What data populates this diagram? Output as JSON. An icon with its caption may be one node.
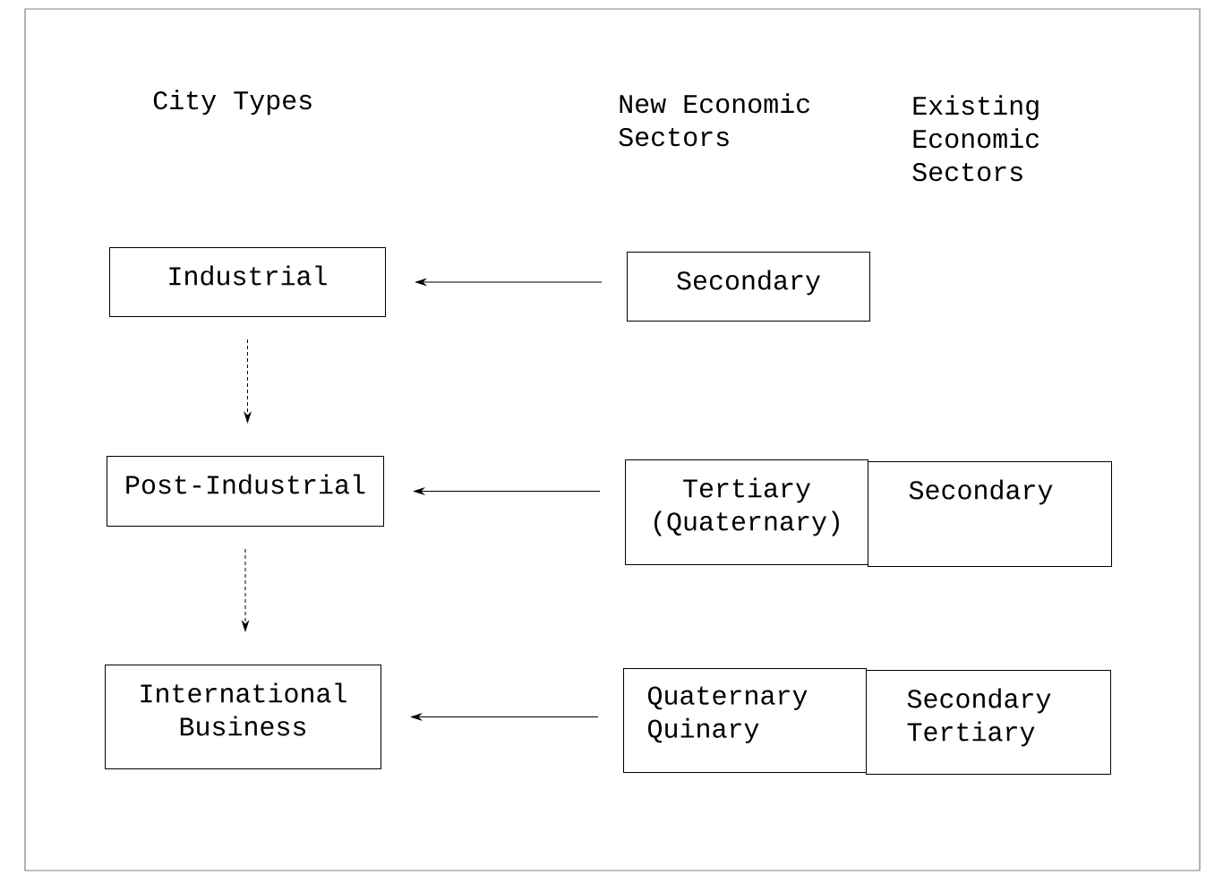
{
  "diagram": {
    "nodes": [
      {
        "text": [
          "Industrial"
        ]
      },
      {
        "text": [
          "Post-Industrial"
        ]
      },
      {
        "text": [
          "International Business"
        ]
      },
      {
        "text": [
          "Secondary"
        ]
      },
      {
        "text": [
          "Tertiary (Quaternary)"
        ]
      },
      {
        "text": [
          "Secondary"
        ]
      },
      {
        "text": [
          "Quaternary Quinary"
        ]
      },
      {
        "text": [
          "Secondary Tertiary"
        ]
      }
    ],
    "edges": [
      {
        "from": 0,
        "to": 1,
        "arrow": "to",
        "style": "dashed"
      },
      {
        "from": 1,
        "to": 2,
        "arrow": "to",
        "style": "dashed"
      },
      {
        "from": 3,
        "to": 0,
        "arrow": "to"
      },
      {
        "from": 4,
        "to": 1,
        "arrow": "to"
      },
      {
        "from": 6,
        "to": 2,
        "arrow": "to"
      }
    ],
    "labels": [
      "City Types",
      "New Economic Sectors",
      "Existing Economic Sectors"
    ]
  }
}
